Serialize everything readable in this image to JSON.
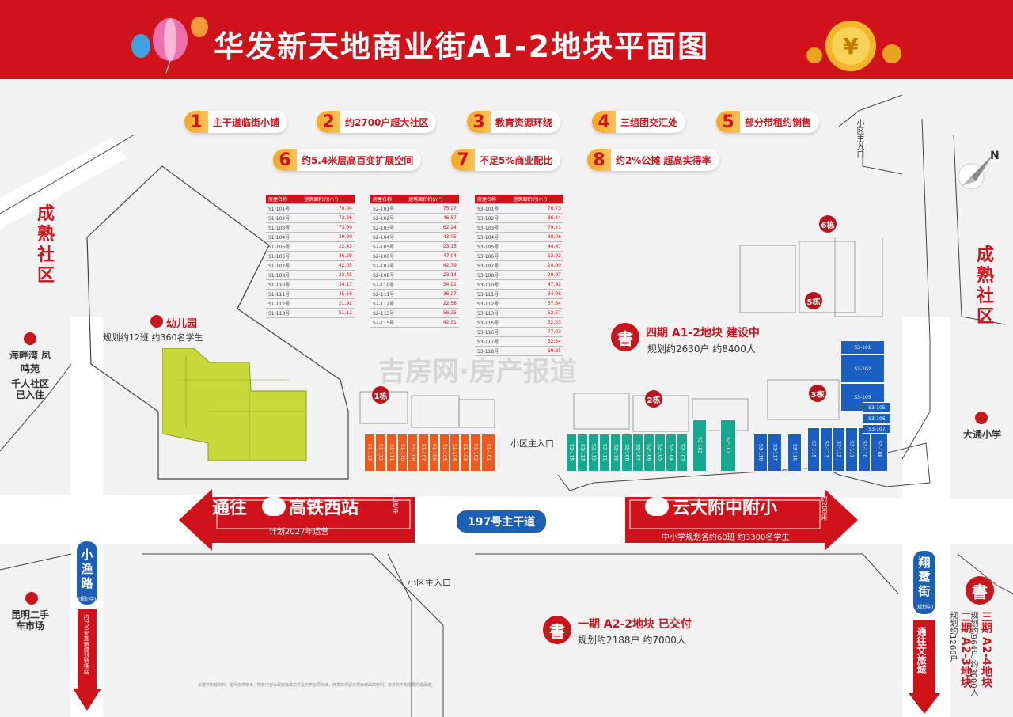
{
  "title": "华发新天地商业街A1-2地块平面图",
  "features": [
    {
      "num": "1",
      "text": "主干道临街小铺"
    },
    {
      "num": "2",
      "text": "约2700户超大社区"
    },
    {
      "num": "3",
      "text": "教育资源环绕"
    },
    {
      "num": "4",
      "text": "三组团交汇处"
    },
    {
      "num": "5",
      "text": "部分带租约销售"
    },
    {
      "num": "6",
      "text": "约5.4米层高百变扩展空间"
    },
    {
      "num": "7",
      "text": "不足5%商业配比"
    },
    {
      "num": "8",
      "text": "约2%公摊 超高实得率"
    }
  ],
  "community_left": "成熟社区",
  "community_right": "成熟社区",
  "entrance_label": "小区主入口",
  "kindergarten": {
    "name": "幼儿园",
    "desc": "规划约12班 约360名学生"
  },
  "poi": {
    "haipan": "海畔湾 凤鸣苑",
    "qianren_1": "千人社区",
    "qianren_2": "已入住",
    "kunming_1": "昆明二手",
    "kunming_2": "车市场",
    "datong": "大通小学"
  },
  "buildings": {
    "b1": "1栋",
    "b2": "2栋",
    "b3": "3栋",
    "b5": "5栋",
    "b6": "6栋"
  },
  "phase4": {
    "title": "四期 A1-2地块 建设中",
    "desc": "规划约2630户 约8400人",
    "seal": "書"
  },
  "phase1": {
    "title": "一期 A2-2地块 已交付",
    "desc": "规划约2188户 约7000人",
    "seal": "書"
  },
  "phase23": {
    "line1": "三期 A2-4地块",
    "line2": "二期 A2-3地块",
    "desc": "规划约964户 约3000人",
    "desc2": "规划约1266户",
    "seal": "書"
  },
  "main_road": "197号主干道",
  "arrow_left": {
    "label": "通往",
    "target": "高铁西站",
    "note": "在建中",
    "sub": "计划2027年运营"
  },
  "arrow_right": {
    "target": "云大附中附小",
    "note": "约200米",
    "sub": "中小学规划各约60班 约3300名学生"
  },
  "road_left": {
    "name": "小渔路",
    "note": "(规划中)",
    "arrow": "约700米直通规划地铁站"
  },
  "road_right": {
    "name": "翔鹭街",
    "note": "(规划中)",
    "arrow": "通往文旅城"
  },
  "watermark": "吉房网·房产报道",
  "schedule_header": [
    "房屋名称",
    "建筑面积约(m²)"
  ],
  "schedule1": [
    [
      "S1-101号",
      "70.04"
    ],
    [
      "S1-102号",
      "72.26"
    ],
    [
      "S1-103号",
      "73.00"
    ],
    [
      "S1-104号",
      "39.90"
    ],
    [
      "S1-105号",
      "22.43"
    ],
    [
      "S1-106号",
      "46.29"
    ],
    [
      "S1-107号",
      "42.05"
    ],
    [
      "S1-108号",
      "22.45"
    ],
    [
      "S1-110号",
      "34.17"
    ],
    [
      "S1-111号",
      "35.58"
    ],
    [
      "S1-112号",
      "21.92"
    ],
    [
      "S1-113号",
      "51.12"
    ]
  ],
  "schedule2": [
    [
      "S2-101号",
      "75.27"
    ],
    [
      "S2-102号",
      "46.57"
    ],
    [
      "S2-103号",
      "62.24"
    ],
    [
      "S2-104号",
      "43.05"
    ],
    [
      "S2-105号",
      "23.15"
    ],
    [
      "S2-106号",
      "47.04"
    ],
    [
      "S2-107号",
      "42.79"
    ],
    [
      "S2-108号",
      "23.14"
    ],
    [
      "S2-110号",
      "34.91"
    ],
    [
      "S2-111号",
      "36.27"
    ],
    [
      "S2-112号",
      "22.58"
    ],
    [
      "S2-113号",
      "56.25"
    ],
    [
      "S2-115号",
      "42.51"
    ]
  ],
  "schedule3": [
    [
      "S3-101号",
      "76.73"
    ],
    [
      "S3-102号",
      "86.44"
    ],
    [
      "S3-103号",
      "79.21"
    ],
    [
      "S3-104号",
      "38.06"
    ],
    [
      "S3-105号",
      "44.47"
    ],
    [
      "S3-106号",
      "52.92"
    ],
    [
      "S3-107号",
      "24.00"
    ],
    [
      "S3-108号",
      "29.07"
    ],
    [
      "S3-110号",
      "47.92"
    ],
    [
      "S3-111号",
      "34.96"
    ],
    [
      "S3-112号",
      "57.64"
    ],
    [
      "S3-113号",
      "52.57"
    ],
    [
      "S3-115号",
      "32.53"
    ],
    [
      "S3-116号",
      "77.03"
    ],
    [
      "S3-117号",
      "52.34"
    ],
    [
      "S3-118号",
      "69.35"
    ]
  ],
  "units_orange": [
    "S1-113",
    "S1-112",
    "S1-111",
    "S1-110",
    "S1-108",
    "S1-107",
    "S1-106",
    "S1-105",
    "S1-104",
    "S1-103",
    "S1-102",
    "S1-101"
  ],
  "units_teal": [
    "S2-115",
    "S2-113",
    "S2-112",
    "S2-111",
    "S2-110",
    "S2-108",
    "S2-107",
    "S2-106",
    "S2-105",
    "S2-104",
    "S2-103",
    "S2-102",
    "S2-101"
  ],
  "units_blue": [
    "S3-118",
    "S3-117",
    "S3-116",
    "S3-115",
    "S3-113",
    "S3-112",
    "S3-111",
    "S3-110",
    "S3-108"
  ],
  "units_blue_v": [
    "S3-101",
    "S3-102",
    "S3-103",
    "S3-105",
    "S3-106",
    "S3-107"
  ],
  "footnote": "本楼书所载资料、图片仅供参考，所有内容以政府批准文件及买卖合同为准，开发商保留对项目修改的权利。本资料不构成要约或承诺。",
  "colors": {
    "brand_red": "#d0131b",
    "orange": "#f05a1e",
    "teal": "#16a98f",
    "blue": "#1c5fc4",
    "yellow_green": "#c7d83a"
  }
}
